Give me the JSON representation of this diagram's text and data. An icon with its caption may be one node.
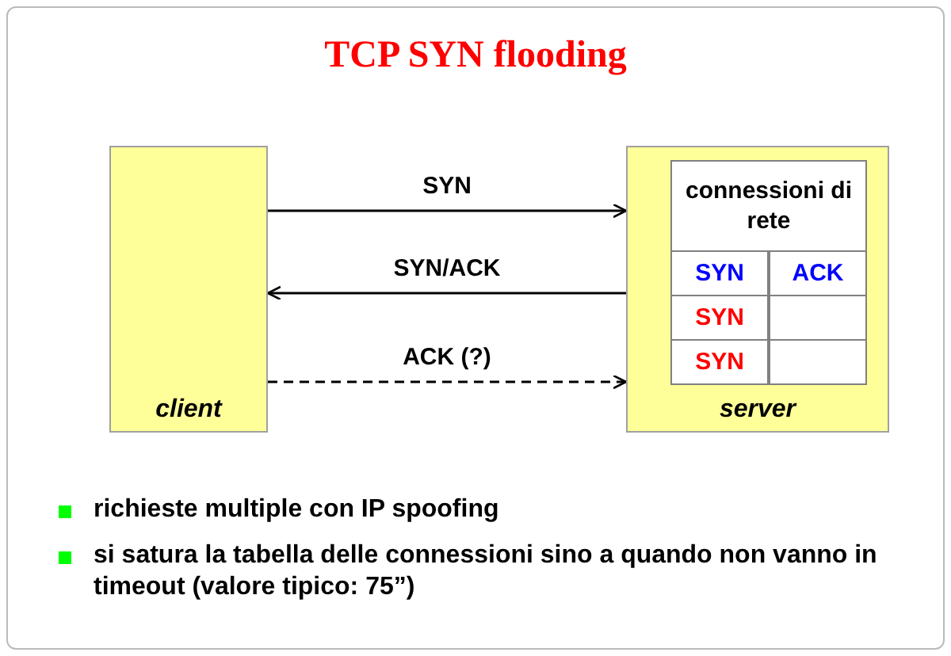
{
  "diagram": {
    "title": "TCP SYN flooding",
    "nodes": [
      {
        "text": [
          "client"
        ]
      },
      {
        "text": [
          "server"
        ]
      },
      {
        "text": [
          "connessioni di rete"
        ],
        "in": 1
      }
    ],
    "edges": [
      {
        "from": 0,
        "to": 1,
        "arrow": "to",
        "label": "SYN"
      },
      {
        "from": 1,
        "to": 0,
        "arrow": "to",
        "label": "SYN/ACK"
      },
      {
        "from": 0,
        "to": 1,
        "arrow": "to",
        "label": "ACK (?)",
        "style": "dashed"
      }
    ],
    "labels": [
      "SYN",
      "ACK",
      "SYN",
      "SYN",
      "richieste multiple con IP spoofing",
      "si satura la tabella delle connessioni sino a quando non vanno in timeout (valore tipico: 75”)"
    ]
  }
}
